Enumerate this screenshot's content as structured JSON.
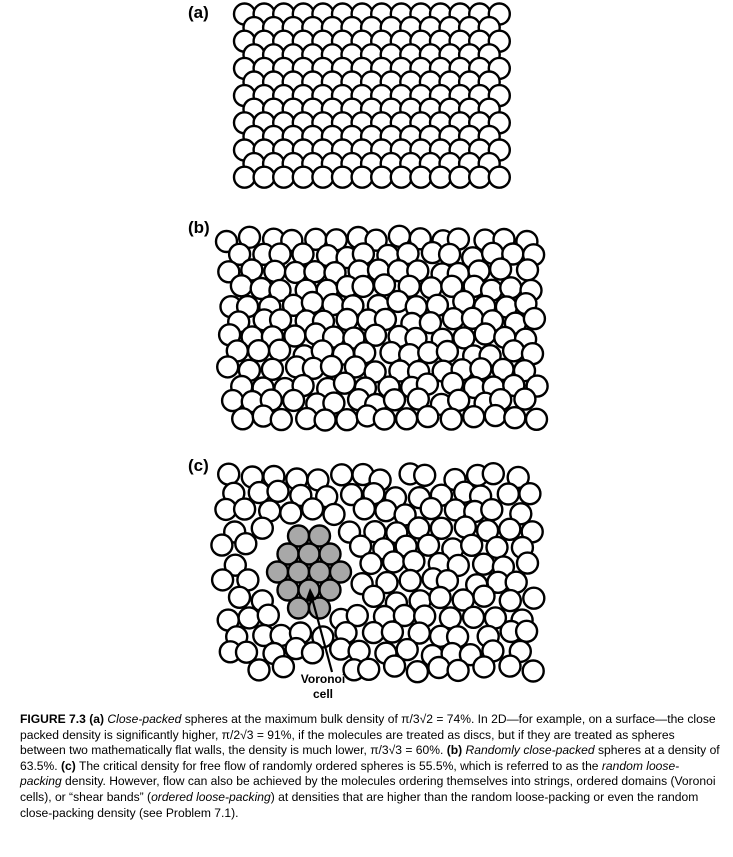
{
  "figure": {
    "panels": [
      {
        "id": "a",
        "label": "(a)"
      },
      {
        "id": "b",
        "label": "(b)"
      },
      {
        "id": "c",
        "label": "(c)"
      }
    ],
    "annotation": {
      "line1": "Voronoi",
      "line2": "cell"
    }
  },
  "caption": {
    "figure_label": "FIGURE 7.3",
    "parts": [
      {
        "text": " "
      },
      {
        "text": "(a)",
        "style": "bold"
      },
      {
        "text": " "
      },
      {
        "text": "Close-packed",
        "style": "italic"
      },
      {
        "text": " spheres at the maximum bulk density of π/3√2 = 74%. In 2D—for example, on a surface—the close packed density is significantly higher, π/2√3 = 91%, if the molecules are treated as discs, but if they are treated as spheres between two mathematically flat walls, the density is much lower, π/3√3 = 60%. "
      },
      {
        "text": "(b)",
        "style": "bold"
      },
      {
        "text": " "
      },
      {
        "text": "Randomly close-packed",
        "style": "italic"
      },
      {
        "text": " spheres at a density of 63.5%. "
      },
      {
        "text": "(c)",
        "style": "bold"
      },
      {
        "text": " The critical density for free flow of randomly ordered spheres is 55.5%, which is referred to as the "
      },
      {
        "text": "random loose-packing",
        "style": "italic"
      },
      {
        "text": " density. However, flow can also be achieved by the molecules ordering themselves into strings, ordered domains (Voronoi cells), or “shear bands” ("
      },
      {
        "text": "ordered loose-packing",
        "style": "italic"
      },
      {
        "text": ") at densities that are higher than the random loose-packing or even the random close-packing density (see Problem 7.1)."
      }
    ]
  }
}
